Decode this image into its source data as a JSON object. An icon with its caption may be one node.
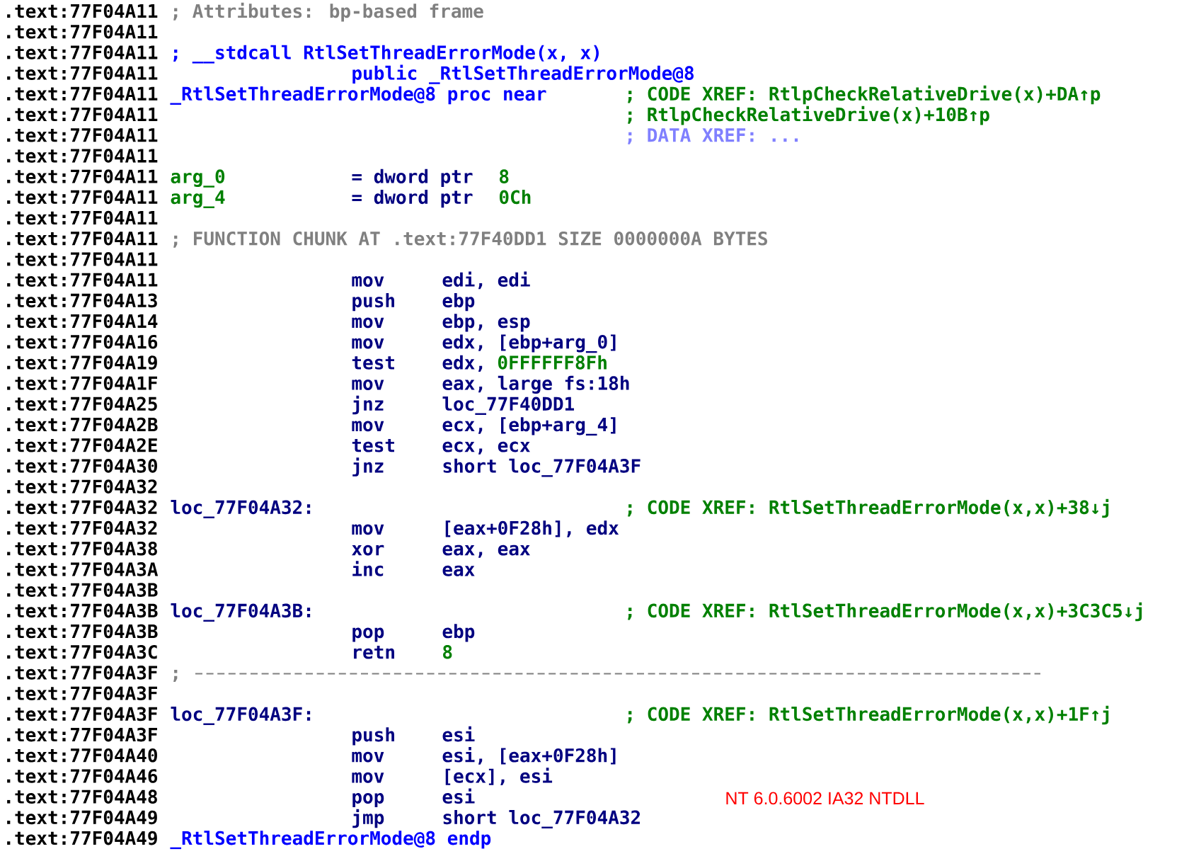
{
  "diagram": {
    "labels": [
      ".text:77F04A11",
      "; Attributes: bp-based frame",
      ".text:77F04A11",
      ".text:77F04A11",
      "; __stdcall RtlSetThreadErrorMode(x, x)",
      ".text:77F04A11",
      "public _RtlSetThreadErrorMode@8",
      ".text:77F04A11",
      "_RtlSetThreadErrorMode@8 proc near",
      "; CODE XREF: RtlpCheckRelativeDrive(x)+DA↑p",
      ".text:77F04A11",
      "; RtlpCheckRelativeDrive(x)+10B↑p",
      ".text:77F04A11",
      "; DATA XREF: ...",
      ".text:77F04A11",
      ".text:77F04A11",
      "arg_0",
      "= dword ptr",
      "8",
      ".text:77F04A11",
      "arg_4",
      "= dword ptr",
      "0Ch",
      ".text:77F04A11",
      ".text:77F04A11",
      "; FUNCTION CHUNK AT .text:77F40DD1 SIZE 0000000A BYTES",
      ".text:77F04A11",
      ".text:77F04A11",
      "mov",
      "edi, edi",
      ".text:77F04A13",
      "push",
      "ebp",
      ".text:77F04A14",
      "mov",
      "ebp, esp",
      ".text:77F04A16",
      "mov",
      "edx, [ebp+arg_0]",
      ".text:77F04A19",
      "test",
      "edx,",
      "0FFFFFF8Fh",
      ".text:77F04A1F",
      "mov",
      "eax, large fs:18h",
      ".text:77F04A25",
      "jnz",
      "loc_77F40DD1",
      ".text:77F04A2B",
      "mov",
      "ecx, [ebp+arg_4]",
      ".text:77F04A2E",
      "test",
      "ecx, ecx",
      ".text:77F04A30",
      "jnz",
      "short loc_77F04A3F",
      ".text:77F04A32",
      ".text:77F04A32",
      "loc_77F04A32:",
      "; CODE XREF: RtlSetThreadErrorMode(x,x)+38↓j",
      ".text:77F04A32",
      "mov",
      "[eax+0F28h], edx",
      ".text:77F04A38",
      "xor",
      "eax, eax",
      ".text:77F04A3A",
      "inc",
      "eax",
      ".text:77F04A3B",
      ".text:77F04A3B",
      "loc_77F04A3B:",
      "; CODE XREF: RtlSetThreadErrorMode(x,x)+3C3C5↓j",
      ".text:77F04A3B",
      "pop",
      "ebp",
      ".text:77F04A3C",
      "retn",
      "8",
      ".text:77F04A3F",
      ";",
      ".text:77F04A3F",
      ".text:77F04A3F",
      "loc_77F04A3F:",
      "; CODE XREF: RtlSetThreadErrorMode(x,x)+1F↑j",
      ".text:77F04A3F",
      "push",
      "esi",
      ".text:77F04A40",
      "mov",
      "esi, [eax+0F28h]",
      ".text:77F04A46",
      "mov",
      "[ecx], esi",
      ".text:77F04A48",
      "pop",
      "esi",
      ".text:77F04A49",
      "jmp",
      "short loc_77F04A32",
      ".text:77F04A49",
      "_RtlSetThreadErrorMode@8 endp",
      "NT 6.0.6002 IA32 NTDLL"
    ]
  }
}
